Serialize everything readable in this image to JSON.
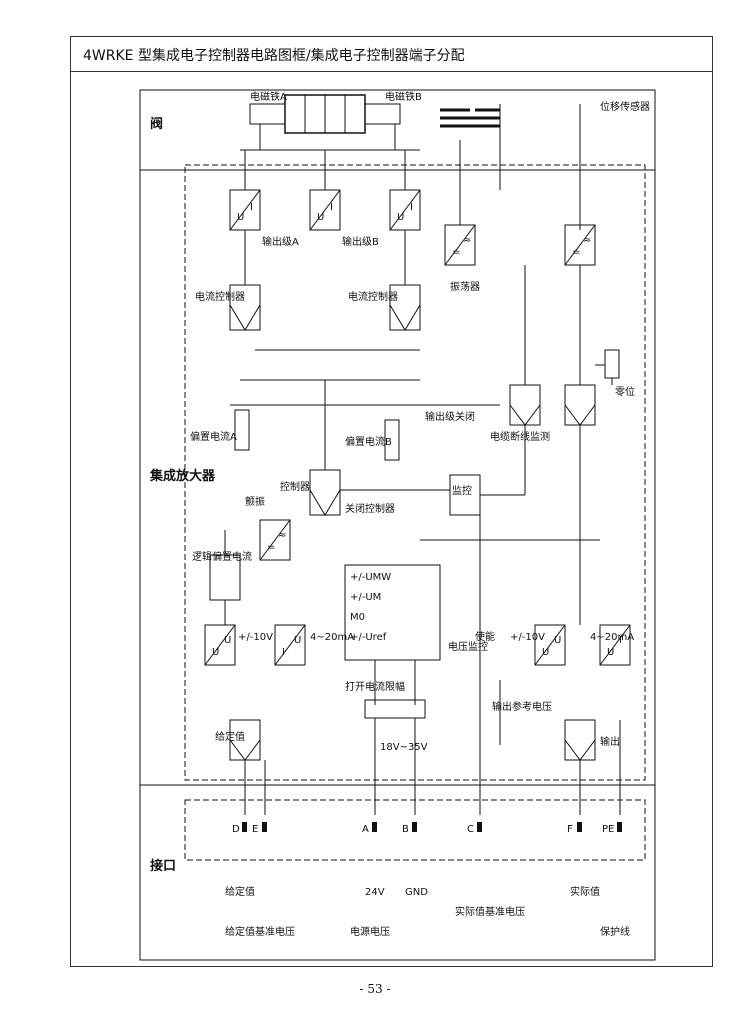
{
  "header": {
    "title": "4WRKE 型集成电子控制器电路图框/集成电子控制器端子分配"
  },
  "footer": {
    "page_number": "- 53 -"
  },
  "sections": {
    "valve": "阀",
    "amplifier": "集成放大器",
    "interface": "接口"
  },
  "valve": {
    "solenoid_a": "电磁铁A",
    "solenoid_b": "电磁铁B",
    "displacement_sensor": "位移传感器"
  },
  "amplifier": {
    "output_stage_a": "输出级A",
    "output_stage_b": "输出级B",
    "current_controller_a": "电流控制器",
    "current_controller_b": "电流控制器",
    "oscillator": "振荡器",
    "zero": "零位",
    "bias_current_a": "偏置电流A",
    "bias_current_b": "偏置电流B",
    "output_stage_off": "输出级关闭",
    "cable_break_monitor": "电缆断线监测",
    "dither": "颤振",
    "controller": "控制器",
    "close_controller": "关闭控制器",
    "monitor": "监控",
    "logic_bias_current": "逻辑偏置电流",
    "voltage_monitor": "电压监控",
    "enable": "使能",
    "open_current_limit": "打开电流限幅",
    "output_ref_voltage": "输出参考电压",
    "setpoint": "给定值",
    "output": "输出",
    "range_10v_left": "+/-10V",
    "range_ma_left": "4~20mA",
    "range_10v_right": "+/-10V",
    "range_ma_right": "4~20mA",
    "supply_range": "18V~35V",
    "psu_outputs": [
      "+/-UMW",
      "+/-UM",
      "M0",
      "+/-Uref"
    ],
    "block_u": "U",
    "block_i": "I",
    "block_eq": "=",
    "block_tilde": "≈"
  },
  "interface": {
    "pins": [
      {
        "id": "D",
        "label": "给定值"
      },
      {
        "id": "E",
        "label": "给定值基准电压"
      },
      {
        "id": "A",
        "label": "24V"
      },
      {
        "id": "B",
        "label": "GND"
      },
      {
        "id": "C",
        "label": "实际值基准电压"
      },
      {
        "id": "F",
        "label": "实际值"
      },
      {
        "id": "PE",
        "label": "保护线"
      }
    ],
    "power_supply": "电源电压"
  }
}
